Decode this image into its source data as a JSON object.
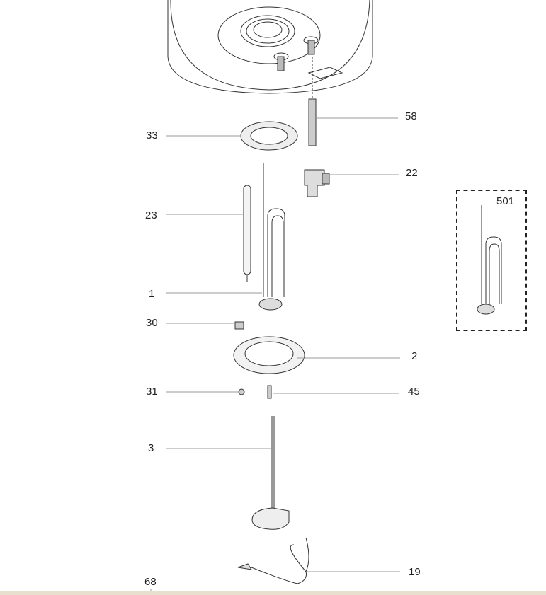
{
  "diagram": {
    "parts": [
      {
        "id": "58",
        "name": "drain-fitting"
      },
      {
        "id": "33",
        "name": "gasket"
      },
      {
        "id": "22",
        "name": "valve"
      },
      {
        "id": "501",
        "name": "heating-element-assembly"
      },
      {
        "id": "23",
        "name": "anode-rod"
      },
      {
        "id": "1",
        "name": "heating-element"
      },
      {
        "id": "30",
        "name": "clamp"
      },
      {
        "id": "2",
        "name": "flange"
      },
      {
        "id": "31",
        "name": "nut"
      },
      {
        "id": "45",
        "name": "screw"
      },
      {
        "id": "3",
        "name": "thermostat"
      },
      {
        "id": "19",
        "name": "cable"
      },
      {
        "id": "68",
        "name": "part-68"
      }
    ]
  }
}
